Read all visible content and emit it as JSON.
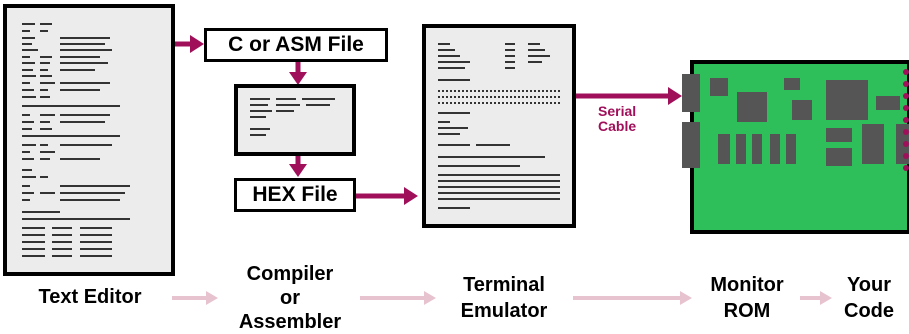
{
  "boxes": {
    "c_asm_file": "C or ASM File",
    "hex_file": "HEX File"
  },
  "annotations": {
    "serial_line1": "Serial",
    "serial_line2": "Cable"
  },
  "stages": [
    {
      "line1": "Text Editor"
    },
    {
      "line1": "Compiler",
      "line2": "or",
      "line3": "Assembler"
    },
    {
      "line1": "Terminal",
      "line2": "Emulator"
    },
    {
      "line1": "Monitor",
      "line2": "ROM"
    },
    {
      "line1": "Your",
      "line2": "Code"
    }
  ],
  "colors": {
    "flow_arrow": "#a0105a",
    "stage_arrow": "#e6c3cf",
    "board_green": "#2fbf5a",
    "board_dark": "#555555",
    "paper": "#e9e9e9",
    "ink": "#000000"
  }
}
